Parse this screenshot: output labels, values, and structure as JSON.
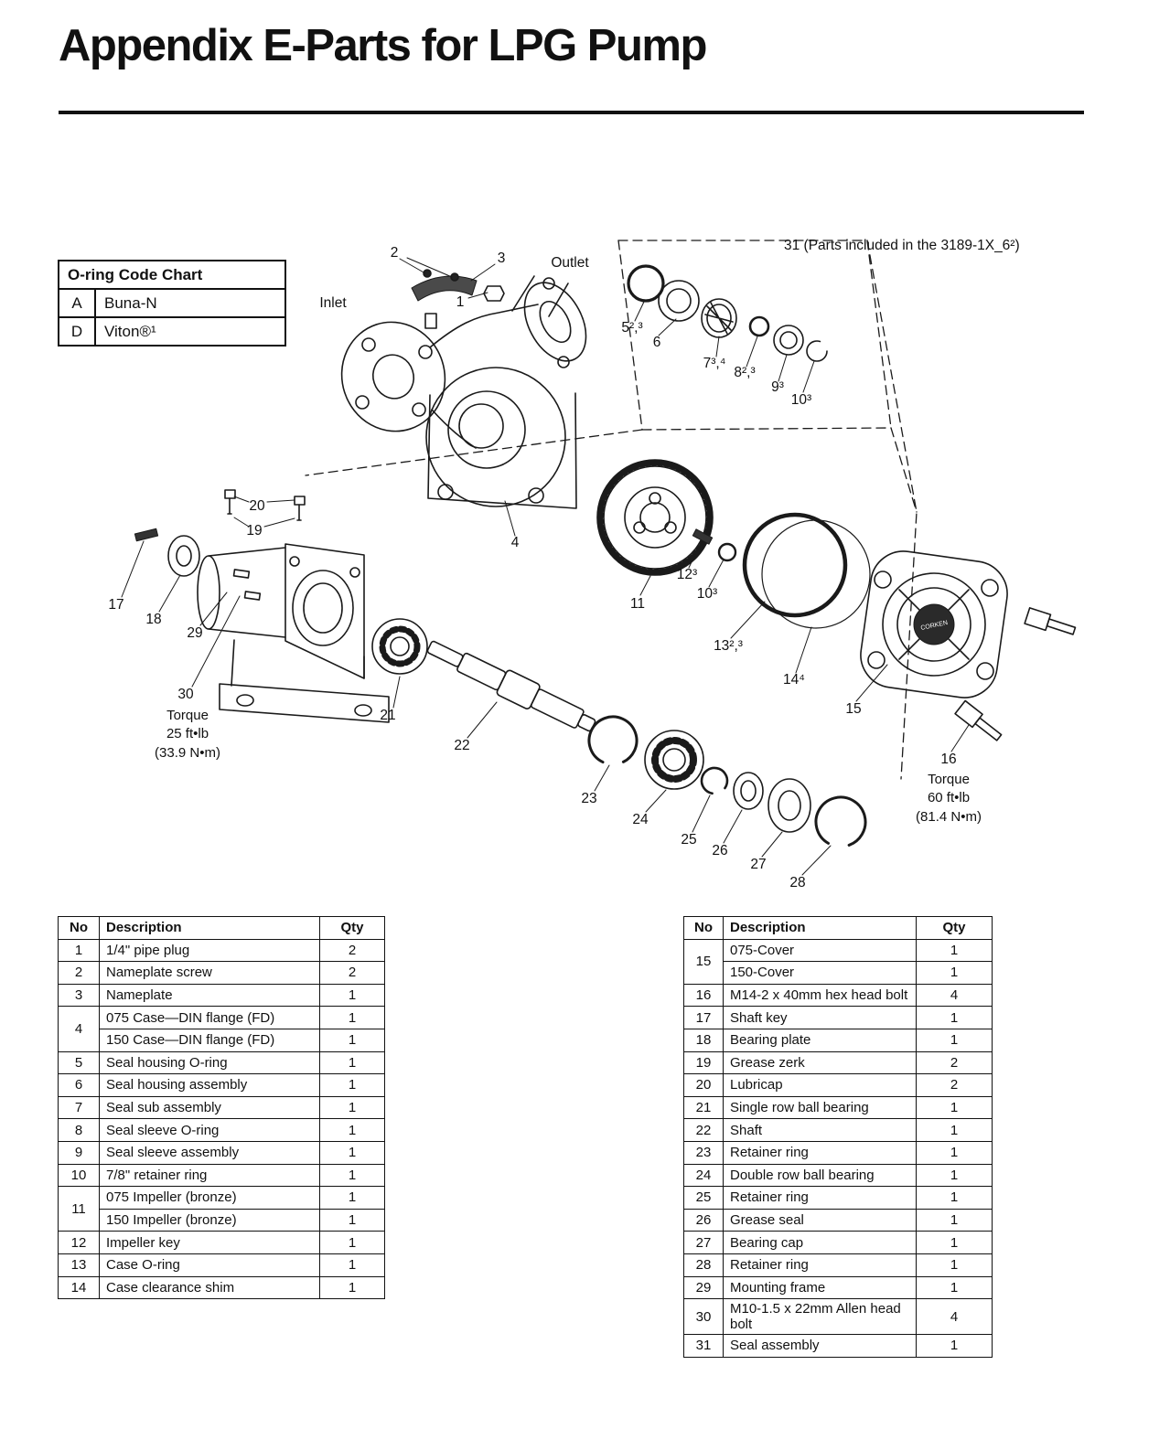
{
  "page": {
    "title": "Appendix E-Parts for LPG Pump"
  },
  "oring_chart": {
    "title": "O-ring Code Chart",
    "rows": [
      {
        "code": "A",
        "material": "Buna-N"
      },
      {
        "code": "D",
        "material": "Viton®¹"
      }
    ]
  },
  "diagram": {
    "note_31": "31 (Parts included in the 3189-1X_6²)",
    "cover_text": "CORKEN",
    "callouts": {
      "inlet": "Inlet",
      "outlet": "Outlet",
      "n1": "1",
      "n2": "2",
      "n3": "3",
      "n4": "4",
      "n5": "5²,³",
      "n6": "6",
      "n7": "7³,⁴",
      "n8": "8²,³",
      "n9": "9³",
      "n10a": "10³",
      "n10b": "10³",
      "n11": "11",
      "n12": "12³",
      "n13": "13²,³",
      "n14": "14⁴",
      "n15": "15",
      "n16": "16",
      "n17": "17",
      "n18": "18",
      "n19": "19",
      "n20": "20",
      "n21": "21",
      "n22": "22",
      "n23": "23",
      "n24": "24",
      "n25": "25",
      "n26": "26",
      "n27": "27",
      "n28": "28",
      "n29": "29",
      "n30": "30"
    },
    "torque_25": {
      "l1": "Torque",
      "l2": "25 ft•lb",
      "l3": "(33.9 N•m)"
    },
    "torque_60": {
      "l1": "Torque",
      "l2": "60 ft•lb",
      "l3": "(81.4 N•m)"
    }
  },
  "left_table": {
    "headers": [
      "No",
      "Description",
      "Qty"
    ],
    "rows": [
      {
        "no": "1",
        "desc": "1/4\" pipe plug",
        "qty": "2"
      },
      {
        "no": "2",
        "desc": "Nameplate screw",
        "qty": "2"
      },
      {
        "no": "3",
        "desc": "Nameplate",
        "qty": "1"
      },
      {
        "no": "4",
        "desc": "075 Case—DIN flange (FD)",
        "qty": "1"
      },
      {
        "no": "",
        "desc": "150 Case—DIN flange (FD)",
        "qty": "1"
      },
      {
        "no": "5",
        "desc": "Seal housing O-ring",
        "qty": "1"
      },
      {
        "no": "6",
        "desc": "Seal housing assembly",
        "qty": "1"
      },
      {
        "no": "7",
        "desc": "Seal sub assembly",
        "qty": "1"
      },
      {
        "no": "8",
        "desc": "Seal sleeve O-ring",
        "qty": "1"
      },
      {
        "no": "9",
        "desc": "Seal sleeve assembly",
        "qty": "1"
      },
      {
        "no": "10",
        "desc": "7/8\" retainer ring",
        "qty": "1"
      },
      {
        "no": "11",
        "desc": "075 Impeller (bronze)",
        "qty": "1"
      },
      {
        "no": "",
        "desc": "150 Impeller (bronze)",
        "qty": "1"
      },
      {
        "no": "12",
        "desc": "Impeller key",
        "qty": "1"
      },
      {
        "no": "13",
        "desc": "Case O-ring",
        "qty": "1"
      },
      {
        "no": "14",
        "desc": "Case clearance shim",
        "qty": "1"
      }
    ]
  },
  "right_table": {
    "headers": [
      "No",
      "Description",
      "Qty"
    ],
    "rows": [
      {
        "no": "15",
        "desc": "075-Cover",
        "qty": "1"
      },
      {
        "no": "",
        "desc": "150-Cover",
        "qty": "1"
      },
      {
        "no": "16",
        "desc": "M14-2 x 40mm hex head bolt",
        "qty": "4"
      },
      {
        "no": "17",
        "desc": "Shaft key",
        "qty": "1"
      },
      {
        "no": "18",
        "desc": "Bearing plate",
        "qty": "1"
      },
      {
        "no": "19",
        "desc": "Grease zerk",
        "qty": "2"
      },
      {
        "no": "20",
        "desc": "Lubricap",
        "qty": "2"
      },
      {
        "no": "21",
        "desc": "Single row ball bearing",
        "qty": "1"
      },
      {
        "no": "22",
        "desc": "Shaft",
        "qty": "1"
      },
      {
        "no": "23",
        "desc": "Retainer ring",
        "qty": "1"
      },
      {
        "no": "24",
        "desc": "Double row ball bearing",
        "qty": "1"
      },
      {
        "no": "25",
        "desc": "Retainer ring",
        "qty": "1"
      },
      {
        "no": "26",
        "desc": "Grease seal",
        "qty": "1"
      },
      {
        "no": "27",
        "desc": "Bearing cap",
        "qty": "1"
      },
      {
        "no": "28",
        "desc": "Retainer ring",
        "qty": "1"
      },
      {
        "no": "29",
        "desc": "Mounting frame",
        "qty": "1"
      },
      {
        "no": "30",
        "desc": "M10-1.5 x 22mm Allen head bolt",
        "qty": "4"
      },
      {
        "no": "31",
        "desc": "Seal assembly",
        "qty": "1"
      }
    ]
  }
}
